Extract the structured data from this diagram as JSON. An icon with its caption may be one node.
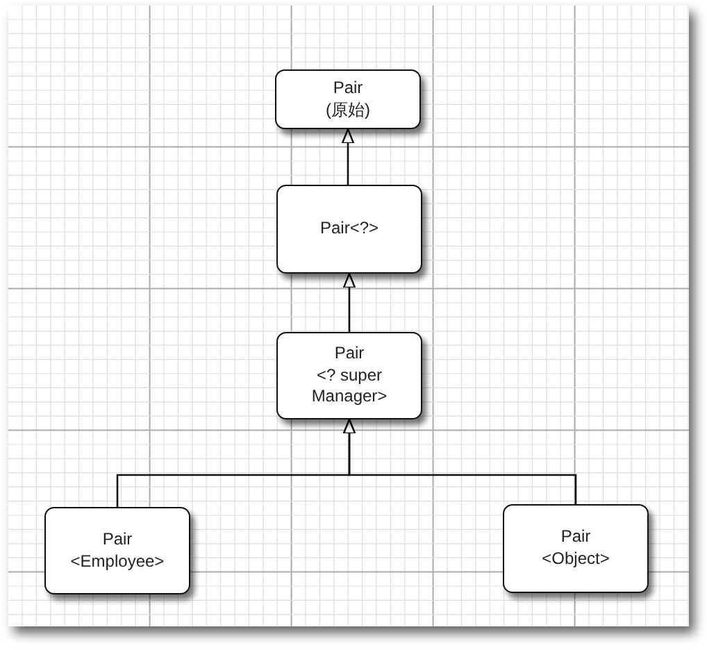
{
  "diagram": {
    "nodes": [
      {
        "text": [
          "Pair",
          "(原始)"
        ]
      },
      {
        "text": [
          "Pair<?>"
        ]
      },
      {
        "text": [
          "Pair",
          "<? super Manager>"
        ]
      },
      {
        "text": [
          "Pair",
          "<Employee>"
        ]
      },
      {
        "text": [
          "Pair",
          "<Object>"
        ]
      }
    ],
    "edges": [
      {
        "from": 1,
        "to": 0,
        "arrow": "to"
      },
      {
        "from": 2,
        "to": 1,
        "arrow": "to"
      },
      {
        "from": 3,
        "to": 2,
        "arrow": "to"
      },
      {
        "from": 4,
        "to": 2,
        "arrow": "to"
      }
    ]
  }
}
